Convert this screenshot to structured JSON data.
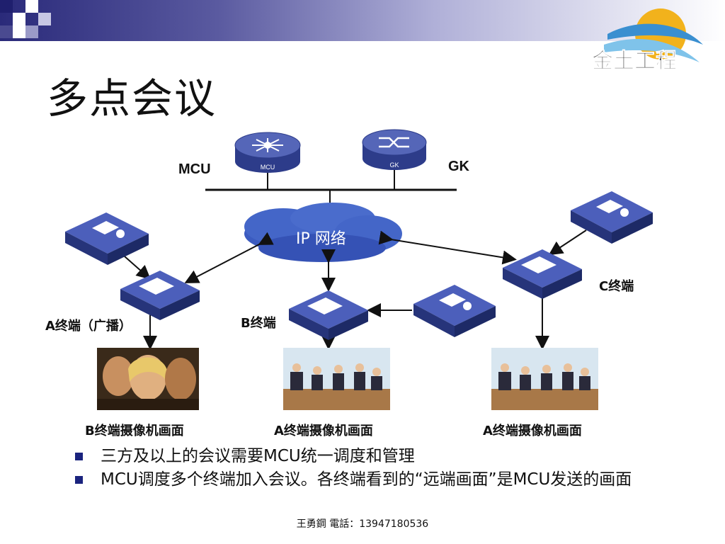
{
  "slide": {
    "title": "多点会议",
    "logo_text": "金土工程",
    "footer": "王勇鋼  電話：13947180536"
  },
  "diagram": {
    "mcu_label": "MCU",
    "gk_label": "GK",
    "mcu_device_text": "MCU",
    "gk_device_text": "GK",
    "cloud_label": "IP 网络",
    "terminal_a_label": "A终端（广播）",
    "terminal_b_label": "B终端",
    "terminal_c_label": "C终端",
    "caption_a": "B终端摄像机画面",
    "caption_b": "A终端摄像机画面",
    "caption_c": "A终端摄像机画面"
  },
  "bullets": [
    "三方及以上的会议需要MCU统一调度和管理",
    "MCU调度多个终端加入会议。各终端看到的“远端画面”是MCU发送的画面"
  ],
  "colors": {
    "accent": "#2a2a7a",
    "device_blue": "#2f3f8f",
    "device_top": "#4a5cb0",
    "bullet": "#1a237e"
  }
}
